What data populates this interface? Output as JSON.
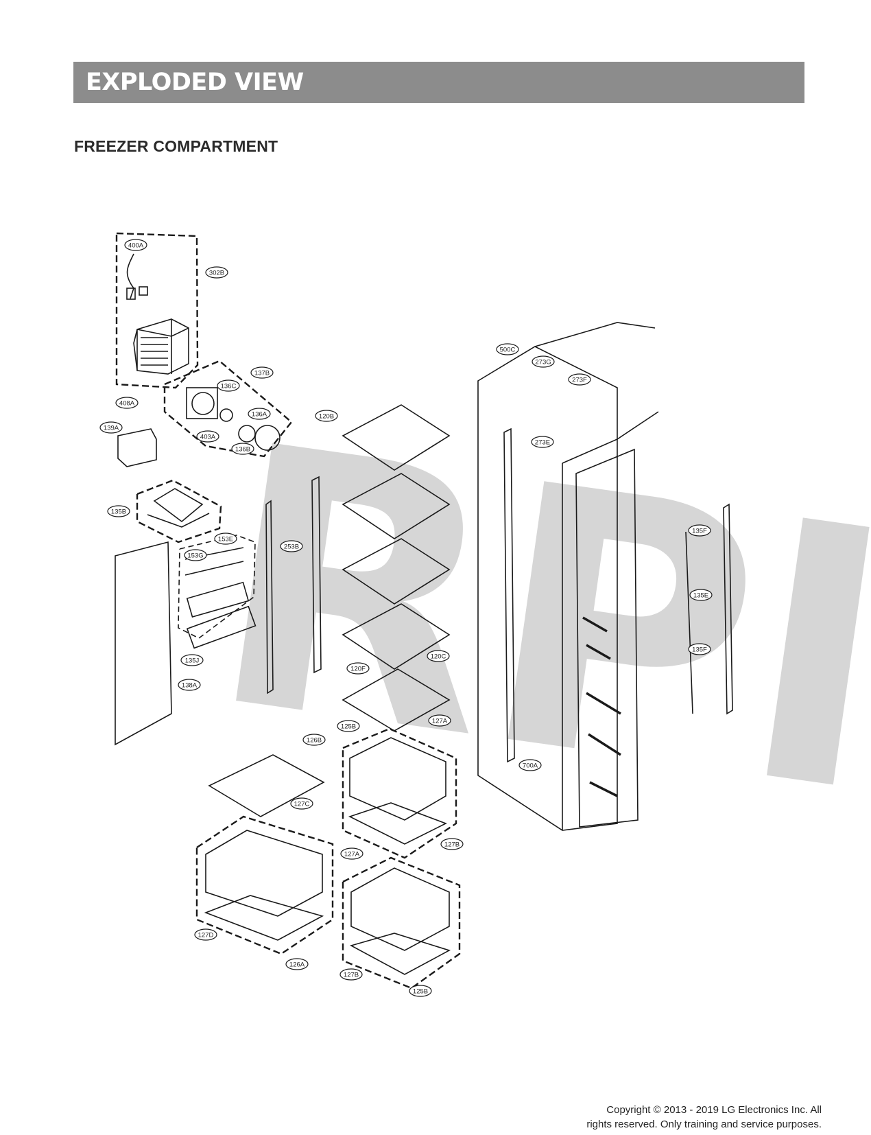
{
  "header": {
    "title": "EXPLODED VIEW"
  },
  "section": {
    "title": "FREEZER COMPARTMENT"
  },
  "watermark": {
    "text": "RPI"
  },
  "callouts": [
    {
      "label": "400A"
    },
    {
      "label": "302B"
    },
    {
      "label": "408A"
    },
    {
      "label": "137B"
    },
    {
      "label": "136C"
    },
    {
      "label": "136A"
    },
    {
      "label": "403A"
    },
    {
      "label": "136B"
    },
    {
      "label": "139A"
    },
    {
      "label": "135B"
    },
    {
      "label": "153E"
    },
    {
      "label": "153G"
    },
    {
      "label": "253B"
    },
    {
      "label": "120B"
    },
    {
      "label": "135J"
    },
    {
      "label": "138A"
    },
    {
      "label": "120F"
    },
    {
      "label": "120C"
    },
    {
      "label": "125B"
    },
    {
      "label": "127A"
    },
    {
      "label": "126B"
    },
    {
      "label": "127C"
    },
    {
      "label": "127B"
    },
    {
      "label": "127A"
    },
    {
      "label": "127D"
    },
    {
      "label": "126A"
    },
    {
      "label": "127B"
    },
    {
      "label": "125B"
    },
    {
      "label": "500C"
    },
    {
      "label": "273G"
    },
    {
      "label": "273F"
    },
    {
      "label": "273E"
    },
    {
      "label": "700A"
    },
    {
      "label": "135F"
    },
    {
      "label": "135E"
    },
    {
      "label": "135F"
    }
  ],
  "footer": {
    "line1": "Copyright © 2013 - 2019 LG Electronics Inc. All",
    "line2": "rights reserved. Only training and service purposes."
  }
}
